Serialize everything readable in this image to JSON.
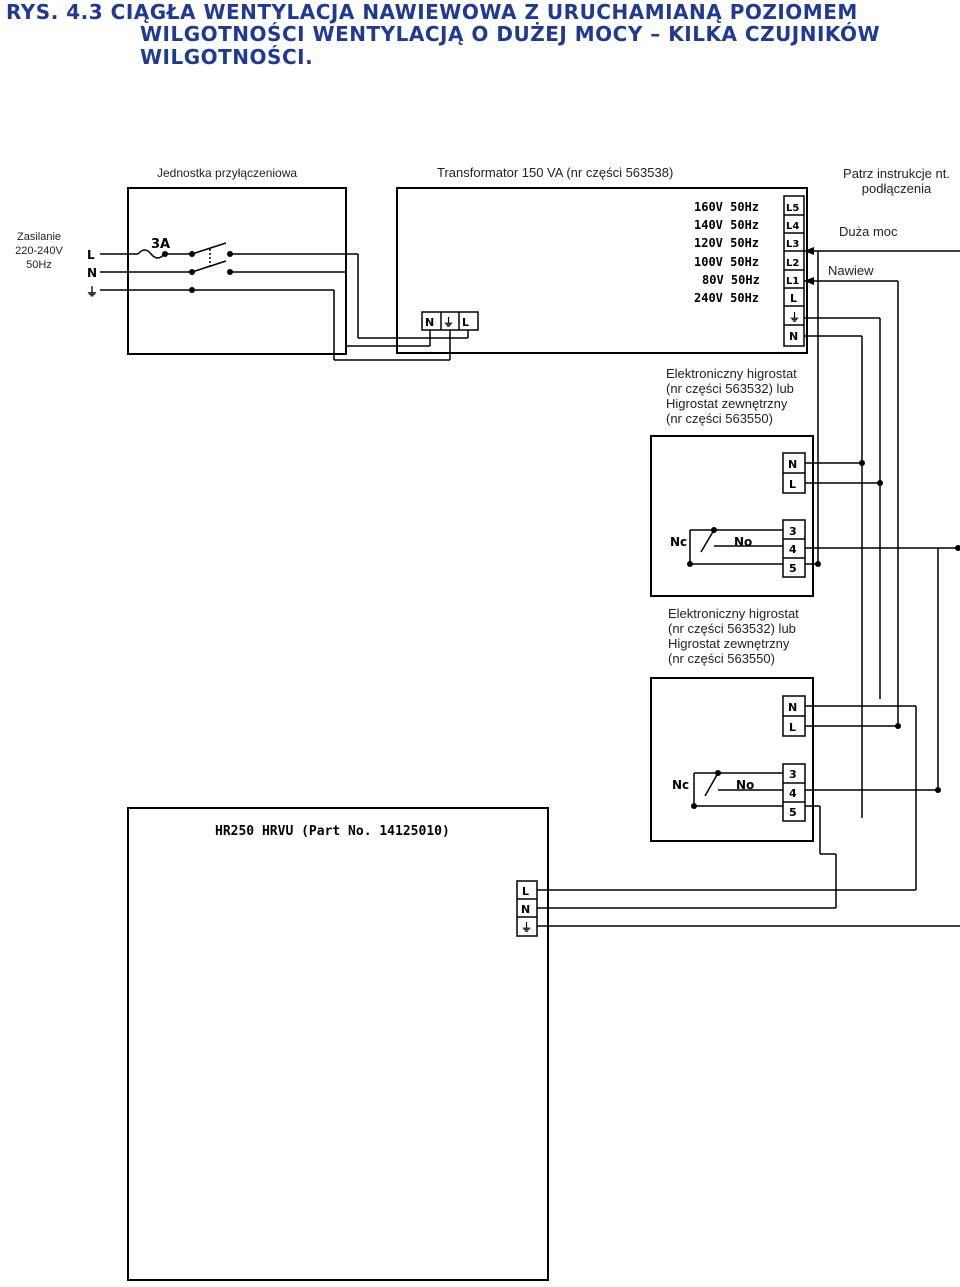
{
  "title": {
    "line1": "RYS. 4.3 CIĄGŁA WENTYLACJA NAWIEWOWA Z URUCHAMIANĄ POZIOMEM",
    "line2": "WILGOTNOŚCI WENTYLACJĄ O DUŻEJ MOCY – KILKA CZUJNIKÓW",
    "line3": "WILGOTNOŚCI."
  },
  "labels": {
    "unit": "Jednostka przyłączeniowa",
    "transformer": "Transformator 150 VA (nr części 563538)",
    "see_instr": "Patrz instrukcje nt.\npodłączenia",
    "high_power": "Duża moc",
    "supply_air": "Nawiew",
    "supply": "Zasilanie\n220-240V\n50Hz",
    "hygro1": "Elektroniczny higrostat\n(nr części 563532) lub\nHigrostat zewnętrzny\n(nr części 563550)",
    "hygro2": "Elektroniczny higrostat\n(nr części 563532) lub\nHigrostat zewnętrzny\n(nr części 563550)"
  },
  "diagram": {
    "fuse": "3A",
    "mains_terminals": [
      "L",
      "N",
      "⏚"
    ],
    "primary_terminals": [
      "N",
      "⏚",
      "L"
    ],
    "tap_voltages": [
      "160V 50Hz",
      "140V 50Hz",
      "120V 50Hz",
      "100V 50Hz",
      "80V 50Hz",
      "240V 50Hz"
    ],
    "tap_terminals": [
      "L5",
      "L4",
      "L3",
      "L2",
      "L1",
      "L",
      "⏚",
      "N"
    ],
    "hygro_supply_terminals": [
      "N",
      "L"
    ],
    "hygro_relay_terminals": [
      "3",
      "4",
      "5"
    ],
    "contact_nc": "Nc",
    "contact_no": "No",
    "hrvu_title": "HR250 HRVU (Part No. 14125010)",
    "hrvu_terminals": [
      "L",
      "N",
      "⏚"
    ]
  }
}
